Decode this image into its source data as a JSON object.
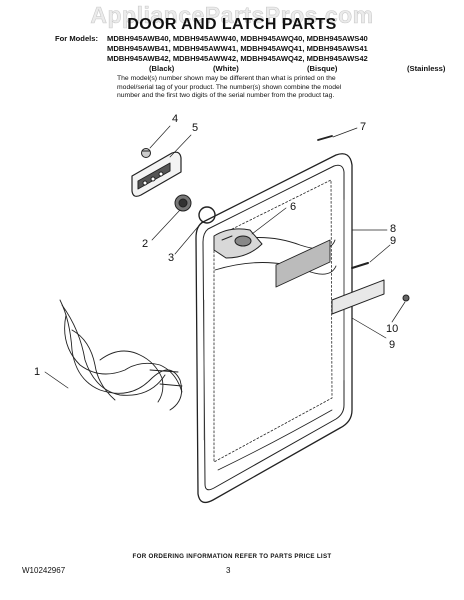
{
  "watermark": "AppliancePartsPros.com",
  "title": "DOOR AND LATCH PARTS",
  "models": {
    "label": "For Models:",
    "rows": [
      "MDBH945AWB40, MDBH945AWW40, MDBH945AWQ40, MDBH945AWS40",
      "MDBH945AWB41, MDBH945AWW41, MDBH945AWQ41, MDBH945AWS41",
      "MDBH945AWB42, MDBH945AWW42, MDBH945AWQ42, MDBH945AWS42"
    ],
    "colors": [
      "(Black)",
      "(White)",
      "(Bisque)",
      "(Stainless)"
    ]
  },
  "note": [
    "The model(s) number shown may be different than what is printed on the",
    "model/serial tag of your product. The number(s) shown combine the model",
    "number and the first two digits of the serial number from the product tag."
  ],
  "callouts": {
    "c1": "1",
    "c2": "2",
    "c3": "3",
    "c4": "4",
    "c5": "5",
    "c6": "6",
    "c7": "7",
    "c8": "8",
    "c9a": "9",
    "c9b": "9",
    "c10": "10"
  },
  "footer": "FOR ORDERING INFORMATION REFER TO PARTS PRICE LIST",
  "doc_number": "W10242967",
  "page_number": "3"
}
